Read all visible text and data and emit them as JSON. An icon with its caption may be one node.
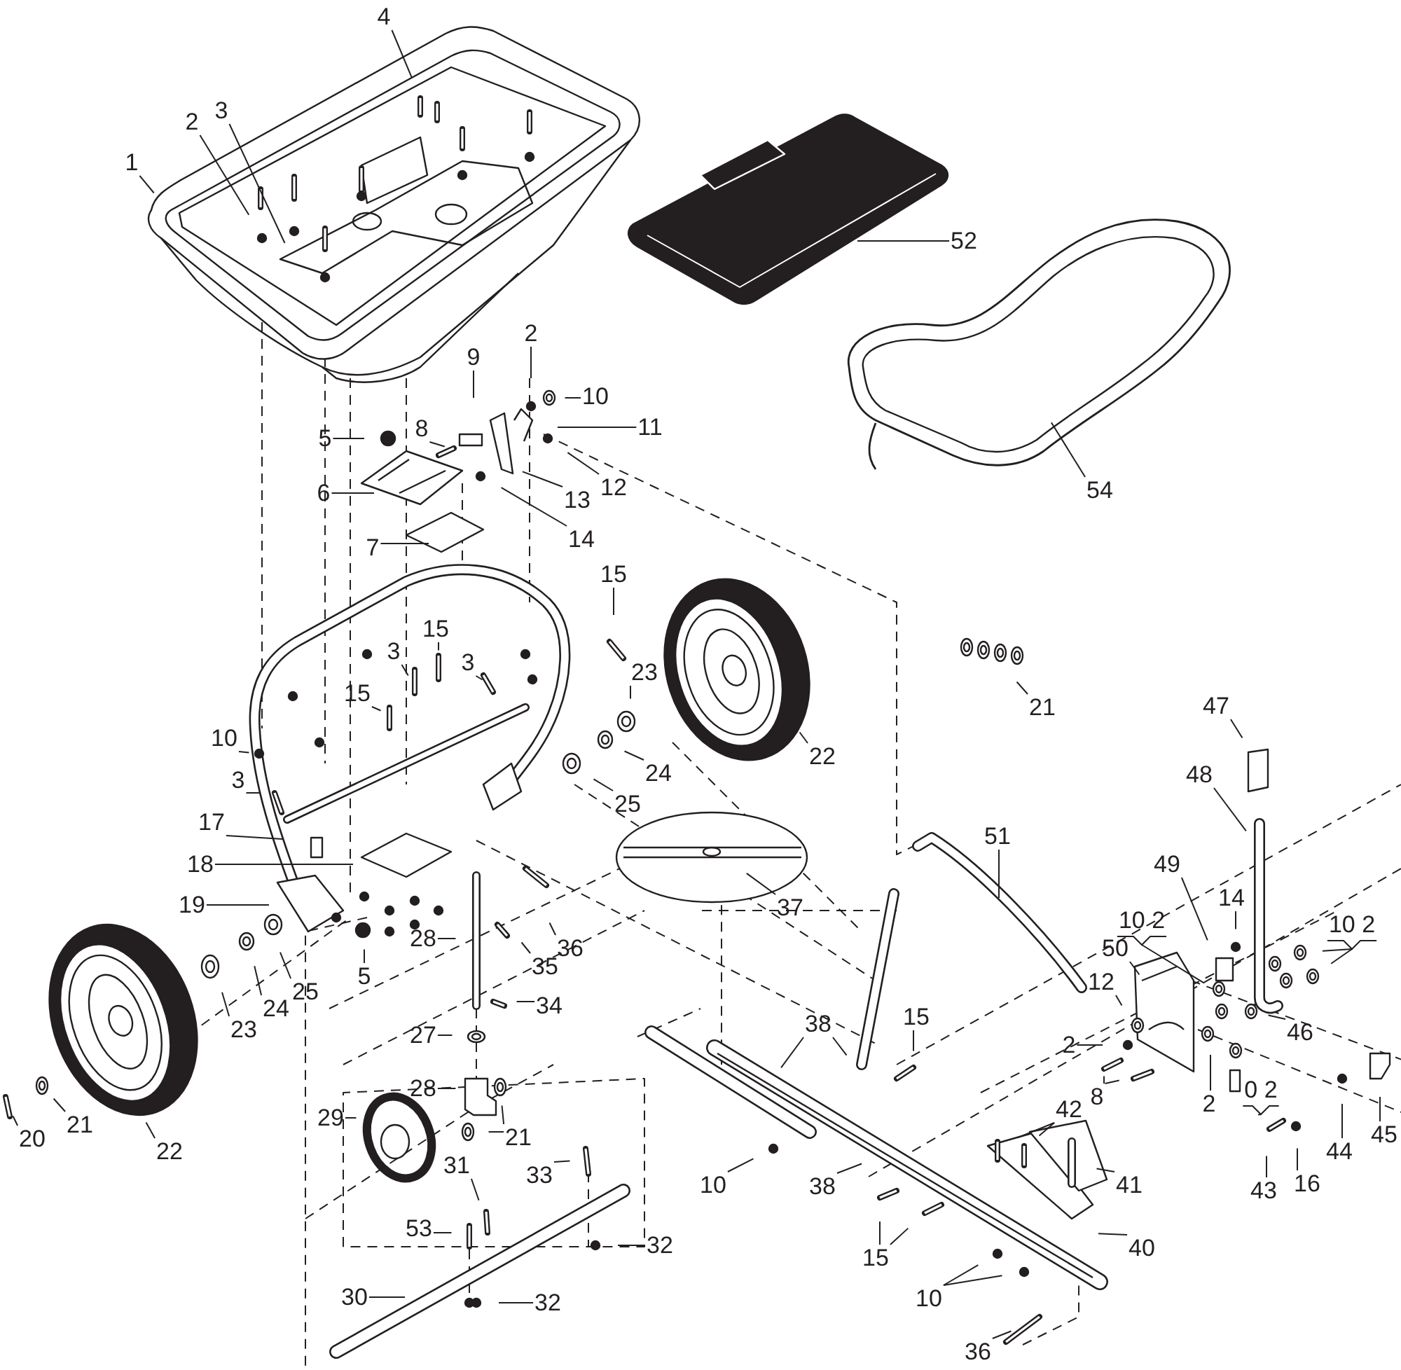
{
  "diagram": {
    "nodes": [
      {
        "text": [
          "1"
        ]
      },
      {
        "text": [
          "2"
        ]
      },
      {
        "text": [
          "3"
        ]
      },
      {
        "text": [
          "4"
        ]
      },
      {
        "text": [
          "52"
        ]
      },
      {
        "text": [
          "54"
        ]
      },
      {
        "text": [
          "9"
        ]
      },
      {
        "text": [
          "2"
        ]
      },
      {
        "text": [
          "10"
        ]
      },
      {
        "text": [
          "11"
        ]
      },
      {
        "text": [
          "5"
        ]
      },
      {
        "text": [
          "8"
        ]
      },
      {
        "text": [
          "12"
        ]
      },
      {
        "text": [
          "13"
        ]
      },
      {
        "text": [
          "6"
        ]
      },
      {
        "text": [
          "14"
        ]
      },
      {
        "text": [
          "7"
        ]
      },
      {
        "text": [
          "15"
        ]
      },
      {
        "text": [
          "15"
        ]
      },
      {
        "text": [
          "3"
        ]
      },
      {
        "text": [
          "3"
        ]
      },
      {
        "text": [
          "15"
        ]
      },
      {
        "text": [
          "23"
        ]
      },
      {
        "text": [
          "22"
        ]
      },
      {
        "text": [
          "10"
        ]
      },
      {
        "text": [
          "24"
        ]
      },
      {
        "text": [
          "25"
        ]
      },
      {
        "text": [
          "3"
        ]
      },
      {
        "text": [
          "17"
        ]
      },
      {
        "text": [
          "18"
        ]
      },
      {
        "text": [
          "19"
        ]
      },
      {
        "text": [
          "21"
        ]
      },
      {
        "text": [
          "47"
        ]
      },
      {
        "text": [
          "48"
        ]
      },
      {
        "text": [
          "51"
        ]
      },
      {
        "text": [
          "37"
        ]
      },
      {
        "text": [
          "28"
        ]
      },
      {
        "text": [
          "36"
        ]
      },
      {
        "text": [
          "35"
        ]
      },
      {
        "text": [
          "5"
        ]
      },
      {
        "text": [
          "25"
        ]
      },
      {
        "text": [
          "24"
        ]
      },
      {
        "text": [
          "23"
        ]
      },
      {
        "text": [
          "34"
        ]
      },
      {
        "text": [
          "49"
        ]
      },
      {
        "text": [
          "14"
        ]
      },
      {
        "text": [
          "10 2"
        ]
      },
      {
        "text": [
          "10 2"
        ]
      },
      {
        "text": [
          "12"
        ]
      },
      {
        "text": [
          "50"
        ]
      },
      {
        "text": [
          "46"
        ]
      },
      {
        "text": [
          "15"
        ]
      },
      {
        "text": [
          "38"
        ]
      },
      {
        "text": [
          "27"
        ]
      },
      {
        "text": [
          "2"
        ]
      },
      {
        "text": [
          "28"
        ]
      },
      {
        "text": [
          "0 2"
        ]
      },
      {
        "text": [
          "8"
        ]
      },
      {
        "text": [
          "2"
        ]
      },
      {
        "text": [
          "42"
        ]
      },
      {
        "text": [
          "29"
        ]
      },
      {
        "text": [
          "21"
        ]
      },
      {
        "text": [
          "20"
        ]
      },
      {
        "text": [
          "22"
        ]
      },
      {
        "text": [
          "21"
        ]
      },
      {
        "text": [
          "44"
        ]
      },
      {
        "text": [
          "45"
        ]
      },
      {
        "text": [
          "31"
        ]
      },
      {
        "text": [
          "33"
        ]
      },
      {
        "text": [
          "16"
        ]
      },
      {
        "text": [
          "43"
        ]
      },
      {
        "text": [
          "10"
        ]
      },
      {
        "text": [
          "38"
        ]
      },
      {
        "text": [
          "41"
        ]
      },
      {
        "text": [
          "53"
        ]
      },
      {
        "text": [
          "40"
        ]
      },
      {
        "text": [
          "32"
        ]
      },
      {
        "text": [
          "15"
        ]
      },
      {
        "text": [
          "30"
        ]
      },
      {
        "text": [
          "10"
        ]
      },
      {
        "text": [
          "32"
        ]
      },
      {
        "text": [
          "36"
        ]
      }
    ],
    "edges": [
      {
        "from": 0,
        "to": null,
        "arrow": "none"
      },
      {
        "from": 1,
        "to": null,
        "arrow": "none"
      },
      {
        "from": 2,
        "to": null,
        "arrow": "none"
      },
      {
        "from": 3,
        "to": null,
        "arrow": "none"
      },
      {
        "from": 4,
        "to": null,
        "arrow": "none"
      },
      {
        "from": 5,
        "to": null,
        "arrow": "none"
      },
      {
        "from": 6,
        "to": null,
        "arrow": "none"
      },
      {
        "from": 7,
        "to": null,
        "arrow": "none"
      },
      {
        "from": 8,
        "to": null,
        "arrow": "none"
      },
      {
        "from": 9,
        "to": null,
        "arrow": "none"
      },
      {
        "from": 10,
        "to": null,
        "arrow": "none"
      },
      {
        "from": 11,
        "to": null,
        "arrow": "none"
      },
      {
        "from": 12,
        "to": null,
        "arrow": "none"
      },
      {
        "from": 13,
        "to": null,
        "arrow": "none"
      },
      {
        "from": 14,
        "to": null,
        "arrow": "none"
      },
      {
        "from": 15,
        "to": null,
        "arrow": "none"
      },
      {
        "from": 16,
        "to": null,
        "arrow": "none"
      },
      {
        "from": 17,
        "to": null,
        "arrow": "none"
      },
      {
        "from": 18,
        "to": null,
        "arrow": "none"
      },
      {
        "from": 19,
        "to": null,
        "arrow": "none"
      },
      {
        "from": 20,
        "to": null,
        "arrow": "none"
      },
      {
        "from": 21,
        "to": null,
        "arrow": "none"
      },
      {
        "from": 22,
        "to": null,
        "arrow": "none"
      },
      {
        "from": 23,
        "to": null,
        "arrow": "none"
      },
      {
        "from": 24,
        "to": null,
        "arrow": "none"
      },
      {
        "from": 25,
        "to": null,
        "arrow": "none"
      },
      {
        "from": 26,
        "to": null,
        "arrow": "none"
      },
      {
        "from": 27,
        "to": null,
        "arrow": "none"
      },
      {
        "from": 28,
        "to": null,
        "arrow": "none"
      },
      {
        "from": 29,
        "to": null,
        "arrow": "none"
      },
      {
        "from": 30,
        "to": null,
        "arrow": "none"
      },
      {
        "from": 31,
        "to": null,
        "arrow": "none"
      },
      {
        "from": 32,
        "to": null,
        "arrow": "none"
      },
      {
        "from": 33,
        "to": null,
        "arrow": "none"
      },
      {
        "from": 34,
        "to": null,
        "arrow": "none"
      },
      {
        "from": 35,
        "to": null,
        "arrow": "none"
      },
      {
        "from": 36,
        "to": null,
        "arrow": "none"
      },
      {
        "from": 37,
        "to": null,
        "arrow": "none"
      },
      {
        "from": 38,
        "to": null,
        "arrow": "none"
      },
      {
        "from": 39,
        "to": null,
        "arrow": "none"
      },
      {
        "from": 40,
        "to": null,
        "arrow": "none"
      },
      {
        "from": 41,
        "to": null,
        "arrow": "none"
      },
      {
        "from": 42,
        "to": null,
        "arrow": "none"
      },
      {
        "from": 43,
        "to": null,
        "arrow": "none"
      },
      {
        "from": 44,
        "to": null,
        "arrow": "none"
      },
      {
        "from": 45,
        "to": null,
        "arrow": "none"
      },
      {
        "from": 46,
        "to": null,
        "arrow": "none"
      },
      {
        "from": 47,
        "to": null,
        "arrow": "none"
      },
      {
        "from": 47,
        "to": null,
        "arrow": "none"
      },
      {
        "from": 48,
        "to": null,
        "arrow": "none"
      },
      {
        "from": 49,
        "to": null,
        "arrow": "none"
      },
      {
        "from": 50,
        "to": null,
        "arrow": "none"
      },
      {
        "from": 51,
        "to": null,
        "arrow": "none"
      },
      {
        "from": 52,
        "to": null,
        "arrow": "none"
      },
      {
        "from": 52,
        "to": null,
        "arrow": "none"
      },
      {
        "from": 53,
        "to": null,
        "arrow": "none"
      },
      {
        "from": 54,
        "to": null,
        "arrow": "none"
      },
      {
        "from": 55,
        "to": null,
        "arrow": "none"
      },
      {
        "from": 56,
        "to": null,
        "arrow": "none"
      },
      {
        "from": 57,
        "to": null,
        "arrow": "none"
      },
      {
        "from": 57,
        "to": null,
        "arrow": "none"
      },
      {
        "from": 58,
        "to": null,
        "arrow": "none"
      },
      {
        "from": 59,
        "to": null,
        "arrow": "none"
      },
      {
        "from": 59,
        "to": null,
        "arrow": "none"
      },
      {
        "from": 60,
        "to": null,
        "arrow": "none"
      },
      {
        "from": 61,
        "to": null,
        "arrow": "none"
      },
      {
        "from": 62,
        "to": null,
        "arrow": "none"
      },
      {
        "from": 63,
        "to": null,
        "arrow": "none"
      },
      {
        "from": 64,
        "to": null,
        "arrow": "none"
      },
      {
        "from": 64,
        "to": null,
        "arrow": "none"
      },
      {
        "from": 65,
        "to": null,
        "arrow": "none"
      },
      {
        "from": 66,
        "to": null,
        "arrow": "none"
      },
      {
        "from": 67,
        "to": null,
        "arrow": "none"
      },
      {
        "from": 68,
        "to": null,
        "arrow": "none"
      },
      {
        "from": 69,
        "to": null,
        "arrow": "none"
      },
      {
        "from": 70,
        "to": null,
        "arrow": "none"
      },
      {
        "from": 71,
        "to": null,
        "arrow": "none"
      },
      {
        "from": 72,
        "to": null,
        "arrow": "none"
      },
      {
        "from": 73,
        "to": null,
        "arrow": "none"
      },
      {
        "from": 74,
        "to": null,
        "arrow": "none"
      },
      {
        "from": 75,
        "to": null,
        "arrow": "none"
      },
      {
        "from": 76,
        "to": null,
        "arrow": "none"
      },
      {
        "from": 77,
        "to": null,
        "arrow": "none"
      },
      {
        "from": 77,
        "to": null,
        "arrow": "none"
      },
      {
        "from": 78,
        "to": null,
        "arrow": "none"
      },
      {
        "from": 79,
        "to": null,
        "arrow": "none"
      },
      {
        "from": 79,
        "to": null,
        "arrow": "none"
      },
      {
        "from": 80,
        "to": null,
        "arrow": "none"
      },
      {
        "from": 81,
        "to": null,
        "arrow": "none"
      }
    ]
  }
}
